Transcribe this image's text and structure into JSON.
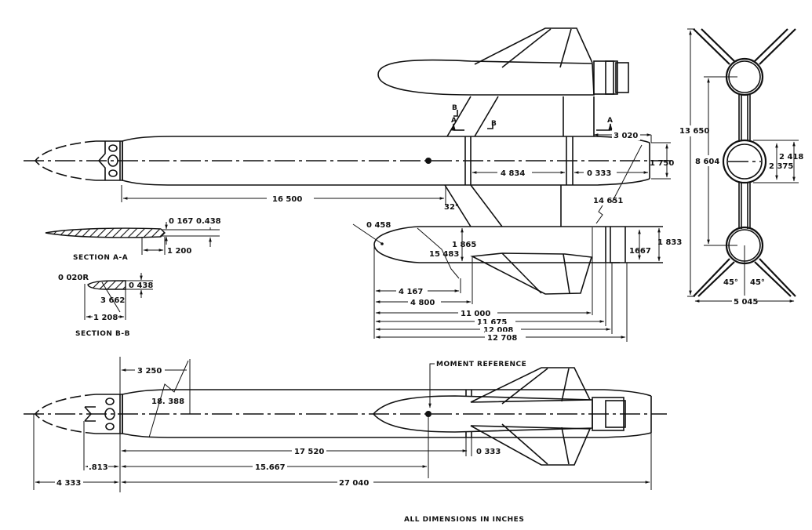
{
  "drawing": {
    "footer_note": "ALL DIMENSIONS IN INCHES",
    "moment_reference_label": "MOMENT REFERENCE",
    "section_labels": {
      "a": "A",
      "b": "B",
      "section_a_title": "SECTION A-A",
      "section_b_title": "SECTION B-B"
    },
    "top_view": {
      "dims": {
        "d_16500": "16 500",
        "d_4834": "4 834",
        "d_0333": "0 333",
        "d_3020": "3 020",
        "d_1750": "1 750",
        "d_14651": "14 651",
        "angle_32": "32°"
      }
    },
    "section_a": {
      "dims": {
        "d_0167": "0 167",
        "d_0438": "0.438",
        "d_1200": "1 200"
      }
    },
    "section_b": {
      "dims": {
        "d_0020r": "0 020R",
        "d_0438": "0 438",
        "d_3662": "3 662",
        "d_1208": "1 208"
      }
    },
    "side_body_view": {
      "dims": {
        "d_0458": "0 458",
        "d_1865": "1 865",
        "d_15483": "15 483",
        "d_1833": "1 833",
        "d_1667": "1667",
        "d_4167": "4 167",
        "d_4800": "4 800",
        "d_11000": "11 000",
        "d_11675": "11 675",
        "d_12008": "12 008",
        "d_12708": "12 708"
      }
    },
    "end_view": {
      "dims": {
        "d_13650": "13 650",
        "d_8604": "8 604",
        "d_2418": "2 418",
        "d_2375": "2 375",
        "d_5045": "5 045",
        "angle_left": "45°",
        "angle_right": "45°"
      }
    },
    "bottom_view": {
      "dims": {
        "d_3250": "3 250",
        "d_18388": "18. 388",
        "d_17520": "17 520",
        "d_0333": "0 333",
        "d_0813": ".813",
        "d_15667": "15.667",
        "d_4333": "4 333",
        "d_27040": "27 040"
      }
    }
  }
}
